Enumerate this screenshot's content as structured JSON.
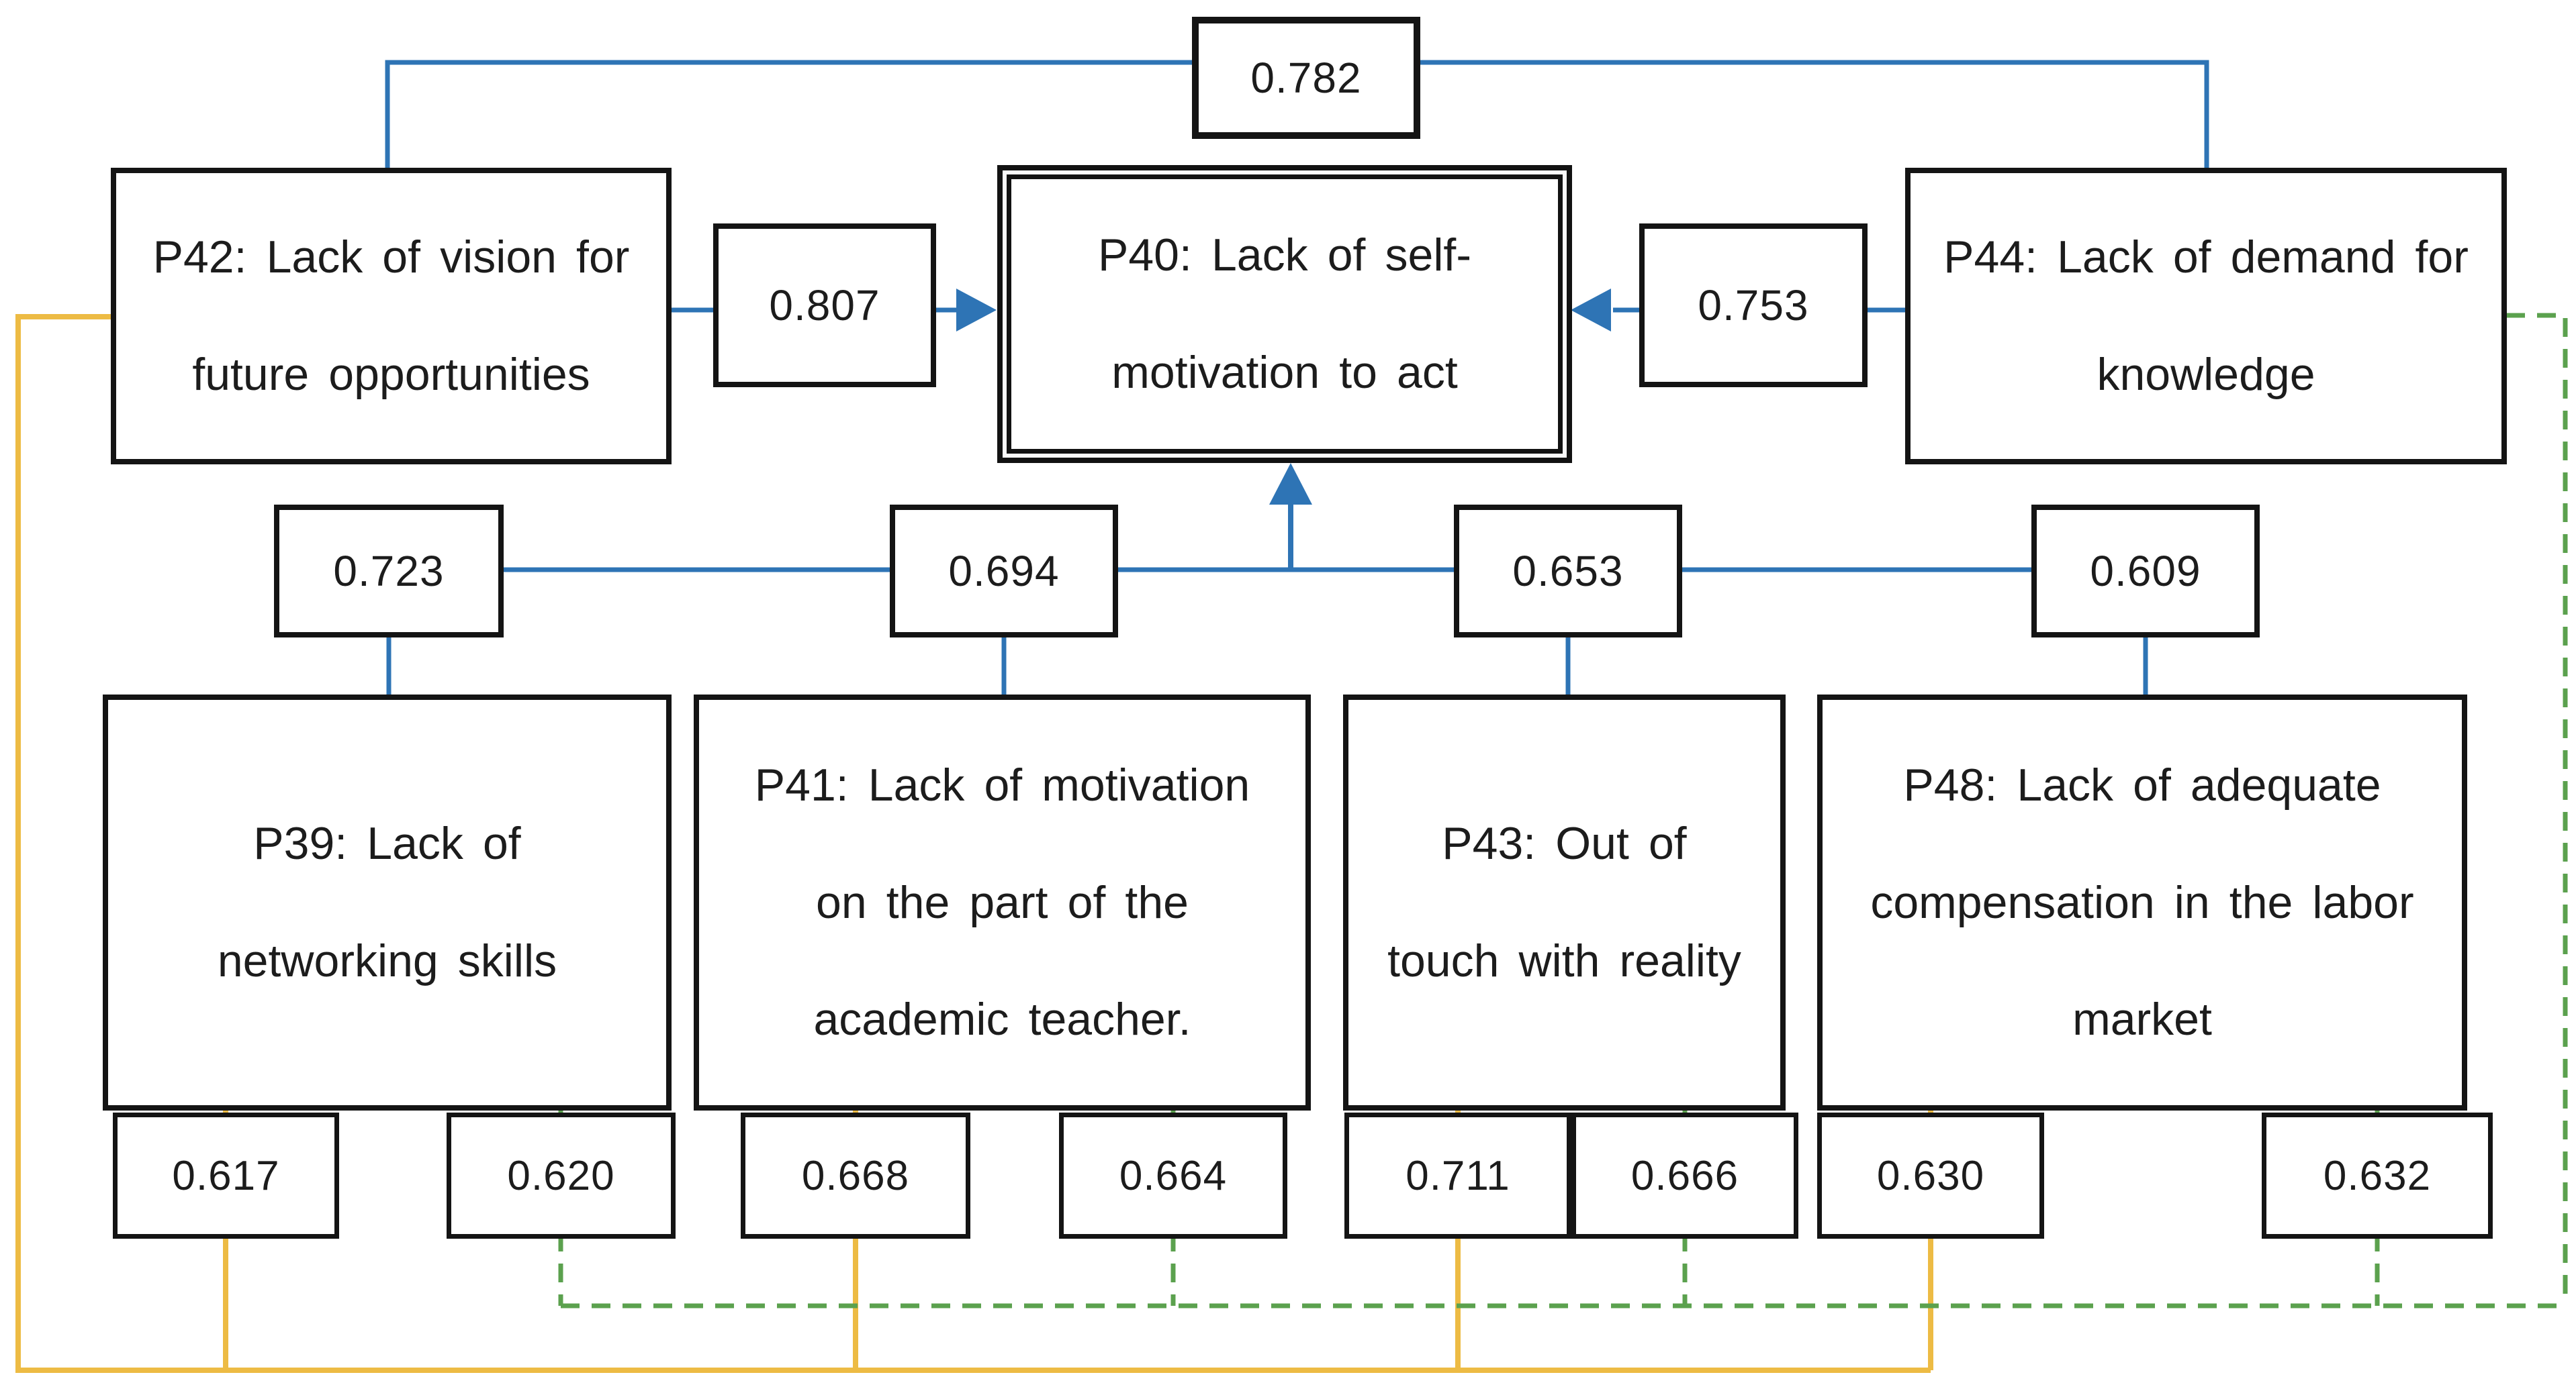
{
  "diagram_type": "correlation-path-diagram",
  "nodes": {
    "p40": {
      "lines": [
        "P40: Lack of self-",
        "motivation to act"
      ]
    },
    "p42": {
      "lines": [
        "P42: Lack of vision for",
        "future opportunities"
      ]
    },
    "p44": {
      "lines": [
        "P44: Lack of demand for",
        "knowledge"
      ]
    },
    "p39": {
      "lines": [
        "P39: Lack of",
        "networking skills"
      ]
    },
    "p41": {
      "lines": [
        "P41: Lack of motivation",
        "on the part of the",
        "academic teacher."
      ]
    },
    "p43": {
      "lines": [
        "P43: Out of",
        "touch with reality"
      ]
    },
    "p48": {
      "lines": [
        "P48: Lack of adequate",
        "compensation in the labor",
        "market"
      ]
    }
  },
  "coefficients": {
    "p42_p44_top": "0.782",
    "p42_to_p40": "0.807",
    "p44_to_p40": "0.753",
    "p39_blue": "0.723",
    "p41_blue": "0.694",
    "p43_blue": "0.653",
    "p48_blue": "0.609",
    "p39_yellow": "0.617",
    "p39_green": "0.620",
    "p41_yellow": "0.668",
    "p41_green": "0.664",
    "p43_yellow": "0.711",
    "p43_green": "0.666",
    "p48_yellow": "0.630",
    "p48_green": "0.632"
  },
  "colors": {
    "blue": "#2E74B5",
    "yellow": "#EDBB44",
    "green": "#5BA14E",
    "border": "#141414"
  }
}
